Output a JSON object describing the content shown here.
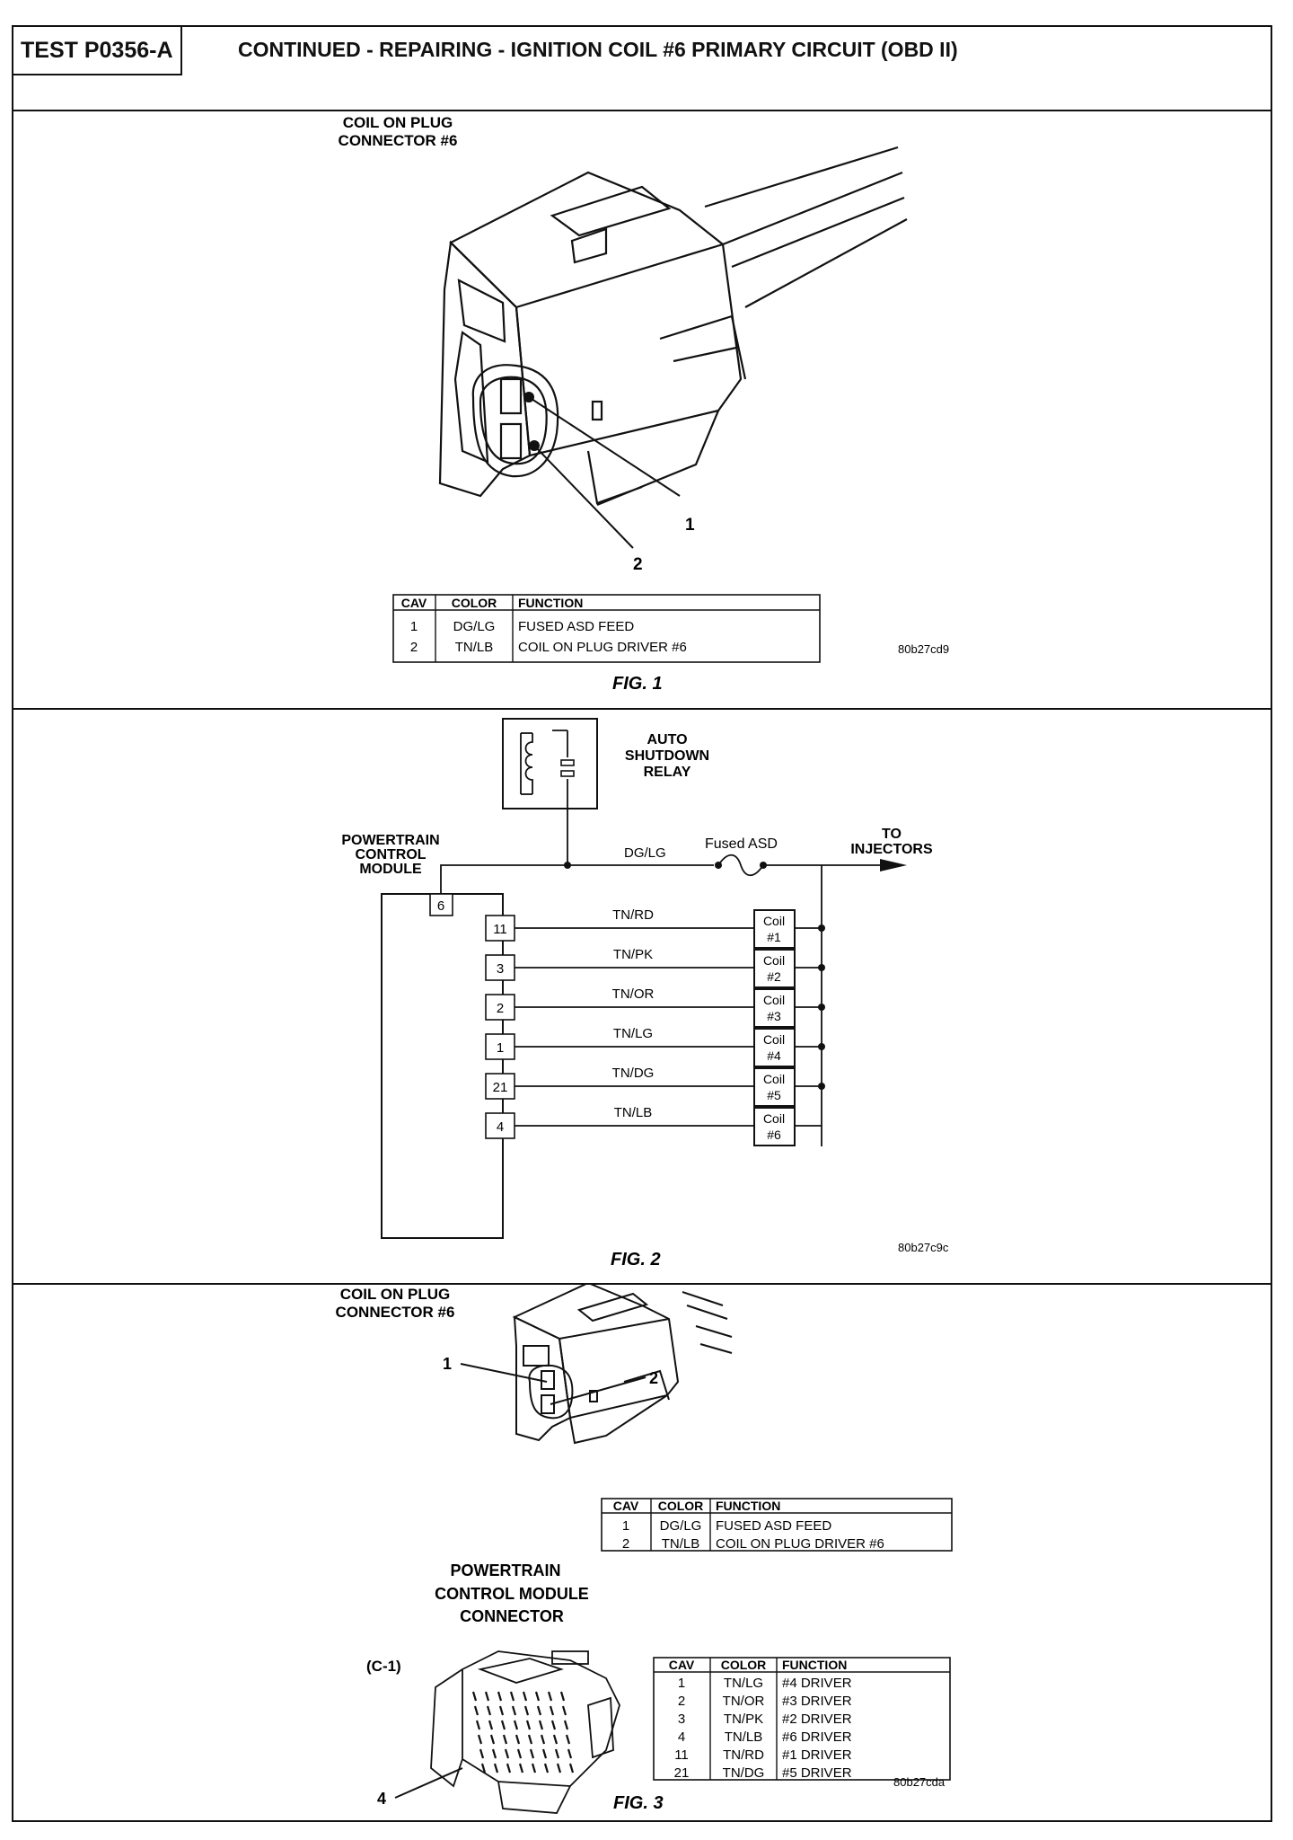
{
  "header": {
    "test_id": "TEST P0356-A",
    "title": "CONTINUED - REPAIRING - IGNITION COIL #6 PRIMARY CIRCUIT (OBD II)"
  },
  "fig1": {
    "connector_title_1": "COIL ON PLUG",
    "connector_title_2": "CONNECTOR #6",
    "callouts": [
      "1",
      "2"
    ],
    "table": {
      "headers": [
        "CAV",
        "COLOR",
        "FUNCTION"
      ],
      "rows": [
        [
          "1",
          "DG/LG",
          "FUSED ASD FEED"
        ],
        [
          "2",
          "TN/LB",
          "COIL ON PLUG DRIVER #6"
        ]
      ]
    },
    "caption": "FIG. 1",
    "ref": "80b27cd9"
  },
  "fig2": {
    "relay_label": [
      "AUTO",
      "SHUTDOWN",
      "RELAY"
    ],
    "pcm_label": [
      "POWERTRAIN",
      "CONTROL",
      "MODULE"
    ],
    "feed_wire": "DG/LG",
    "fuse_label": "Fused ASD",
    "to_label": [
      "TO",
      "INJECTORS"
    ],
    "pcm_feed_pin": "6",
    "circuits": [
      {
        "pin": "11",
        "wire": "TN/RD",
        "coil": [
          "Coil",
          "#1"
        ]
      },
      {
        "pin": "3",
        "wire": "TN/PK",
        "coil": [
          "Coil",
          "#2"
        ]
      },
      {
        "pin": "2",
        "wire": "TN/OR",
        "coil": [
          "Coil",
          "#3"
        ]
      },
      {
        "pin": "1",
        "wire": "TN/LG",
        "coil": [
          "Coil",
          "#4"
        ]
      },
      {
        "pin": "21",
        "wire": "TN/DG",
        "coil": [
          "Coil",
          "#5"
        ]
      },
      {
        "pin": "4",
        "wire": "TN/LB",
        "coil": [
          "Coil",
          "#6"
        ]
      }
    ],
    "caption": "FIG. 2",
    "ref": "80b27c9c"
  },
  "fig3": {
    "connector_title_1": "COIL ON PLUG",
    "connector_title_2": "CONNECTOR #6",
    "callouts": [
      "1",
      "2"
    ],
    "table1": {
      "headers": [
        "CAV",
        "COLOR",
        "FUNCTION"
      ],
      "rows": [
        [
          "1",
          "DG/LG",
          "FUSED ASD FEED"
        ],
        [
          "2",
          "TN/LB",
          "COIL ON PLUG DRIVER #6"
        ]
      ]
    },
    "pcm_title": [
      "POWERTRAIN",
      "CONTROL MODULE",
      "CONNECTOR"
    ],
    "pcm_connector_id": "(C-1)",
    "pcm_callout": "4",
    "table2": {
      "headers": [
        "CAV",
        "COLOR",
        "FUNCTION"
      ],
      "rows": [
        [
          "1",
          "TN/LG",
          "#4 DRIVER"
        ],
        [
          "2",
          "TN/OR",
          "#3 DRIVER"
        ],
        [
          "3",
          "TN/PK",
          "#2 DRIVER"
        ],
        [
          "4",
          "TN/LB",
          "#6 DRIVER"
        ],
        [
          "11",
          "TN/RD",
          "#1 DRIVER"
        ],
        [
          "21",
          "TN/DG",
          "#5 DRIVER"
        ]
      ]
    },
    "caption": "FIG. 3",
    "ref": "80b27cda"
  }
}
